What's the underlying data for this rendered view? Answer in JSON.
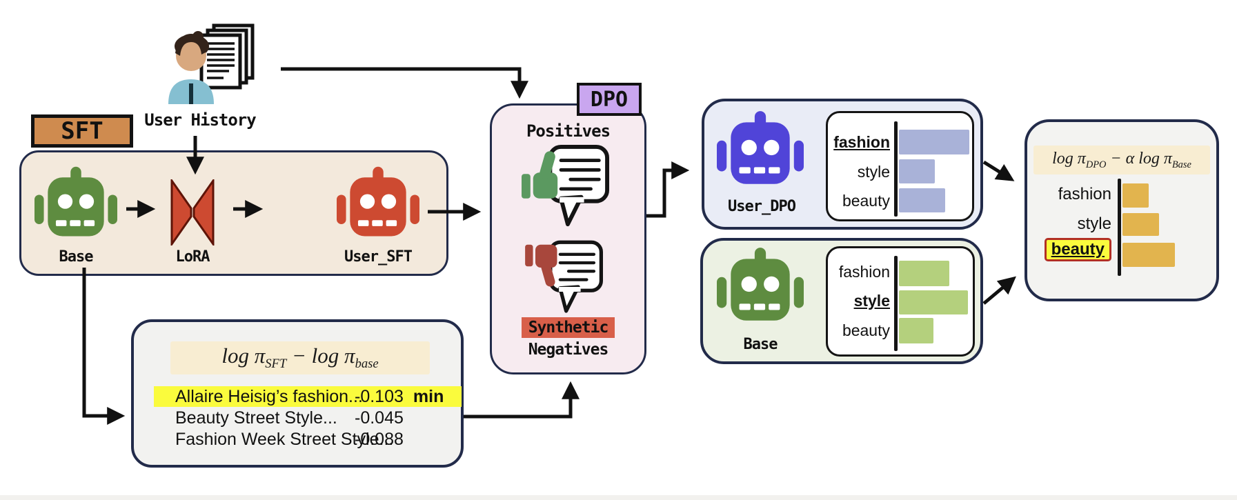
{
  "title_region": {
    "user_history_label": "User History"
  },
  "sft_stage": {
    "tag": "SFT",
    "base_label": "Base",
    "lora_label": "LoRA",
    "user_sft_label": "User_SFT"
  },
  "dpo_stage": {
    "tag": "DPO",
    "positives_label": "Positives",
    "synthetic_label": "Synthetic",
    "negatives_label": "Negatives"
  },
  "user_dpo_model": {
    "label": "User_DPO"
  },
  "base_model": {
    "label": "Base"
  },
  "sft_scoring": {
    "formula": {
      "lhs": "log π",
      "lhs_sub": "SFT",
      "mid": " − log π",
      "rhs_sub": "base"
    },
    "rows": [
      {
        "title": "Allaire Heisig’s fashion...",
        "value": "-0.103",
        "tag": "min",
        "highlighted": true
      },
      {
        "title": "Beauty Street Style...",
        "value": "-0.045",
        "tag": ""
      },
      {
        "title": "Fashion Week Street Style...",
        "value": "-0.088",
        "tag": ""
      }
    ]
  },
  "final_scoring": {
    "formula": {
      "lhs": "log π",
      "lhs_sub": "DPO",
      "mid": " − α log π",
      "rhs_sub": "Base"
    }
  },
  "chart_data": [
    {
      "type": "bar",
      "panel": "User_DPO",
      "categories": [
        "fashion",
        "style",
        "beauty"
      ],
      "values": [
        1.0,
        0.51,
        0.66
      ],
      "highlighted_category": "fashion",
      "bar_color": "#a9b2d8",
      "axis": "vertical baseline, horizontal bars, no ticks"
    },
    {
      "type": "bar",
      "panel": "Base",
      "categories": [
        "fashion",
        "style",
        "beauty"
      ],
      "values": [
        0.73,
        1.0,
        0.5
      ],
      "highlighted_category": "style",
      "bar_color": "#b4d07d",
      "axis": "vertical baseline, horizontal bars, no ticks"
    },
    {
      "type": "bar",
      "panel": "log π_DPO − α log π_Base",
      "categories": [
        "fashion",
        "style",
        "beauty"
      ],
      "values": [
        0.5,
        0.7,
        1.0
      ],
      "highlighted_category": "beauty",
      "bar_color": "#e2b44e",
      "axis": "vertical baseline, horizontal bars, no ticks"
    }
  ],
  "colors": {
    "base_robot": "#5e8c40",
    "sft_robot": "#cd4a31",
    "dpo_robot": "#5044d8",
    "box_border_navy": "#222b4a",
    "sft_box_bg": "#f3e9dc",
    "dpo_box_bg": "#f7ebf0",
    "user_dpo_box_bg": "#e9ecf6",
    "base_box_bg": "#ecf1e3",
    "sft_tag_bg": "#cf8b4f",
    "dpo_tag_bg": "#c9a6ef",
    "synthetic_bg": "#d85f49",
    "row_highlight_yellow": "#fafb3d",
    "formula_band_bg": "#f8edd2",
    "beauty_badge_border": "#b23024"
  }
}
